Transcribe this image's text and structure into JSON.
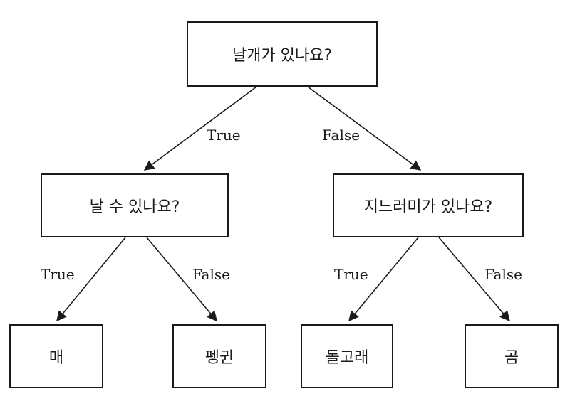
{
  "nodes": {
    "root": "날개가 있나요?",
    "can_fly": "날 수 있나요?",
    "has_fins": "지느러미가 있나요?",
    "hawk": "매",
    "penguin": "펭귄",
    "dolphin": "돌고래",
    "bear": "곰"
  },
  "edges": {
    "root_true": "True",
    "root_false": "False",
    "can_fly_true": "True",
    "can_fly_false": "False",
    "has_fins_true": "True",
    "has_fins_false": "False"
  },
  "colors": {
    "line": "#1a1a1a",
    "background": "#ffffff"
  }
}
